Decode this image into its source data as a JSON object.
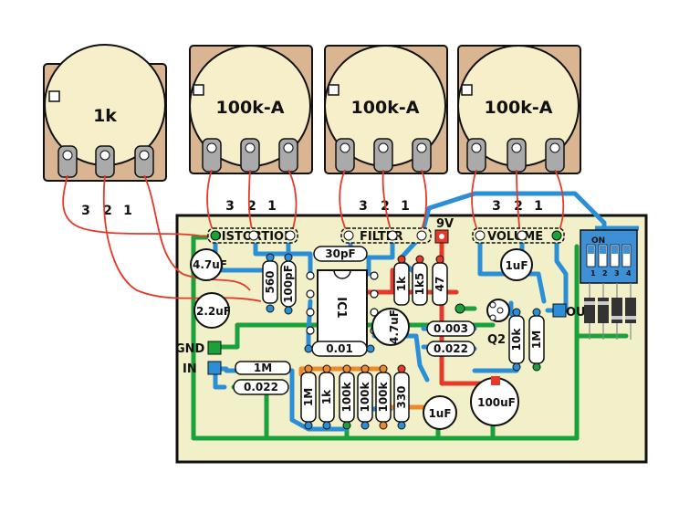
{
  "pots": [
    {
      "value": "1k",
      "pins": [
        "3",
        "2",
        "1"
      ]
    },
    {
      "value": "100k-A",
      "pins": [
        "3",
        "2",
        "1"
      ]
    },
    {
      "value": "100k-A",
      "pins": [
        "3",
        "2",
        "1"
      ]
    },
    {
      "value": "100k-A",
      "pins": [
        "3",
        "2",
        "1"
      ]
    }
  ],
  "board": {
    "headers": [
      "DISTORTION",
      "FILTER",
      "VOLUME"
    ],
    "power_label": "9V",
    "gnd_label": "GND",
    "in_label": "IN",
    "out_label": "OUT",
    "dip_on_label": "ON",
    "dip_numbers": [
      "1",
      "2",
      "3",
      "4"
    ],
    "ic_label": "IC1",
    "q2_label": "Q2",
    "components": {
      "c_4u7_left": "4.7uF",
      "c_2u2": "2.2uF",
      "r_560": "560",
      "c_100pf": "100pF",
      "c_30pf": "30pF",
      "r_1k_top": "1k",
      "r_1k5": "1k5",
      "r_47": "47",
      "c_1uf_top": "1uF",
      "c_4u7_mid": "4.7uF",
      "c_0003": "0.003",
      "c_0022_right": "0.022",
      "r_10k": "10k",
      "r_1m_right": "1M",
      "c_001": "0.01",
      "r_1m_left": "1M",
      "c_0022_left": "0.022",
      "r_1m_bottom": "1M",
      "r_1k_bottom": "1k",
      "r_100k_a": "100k",
      "r_100k_b": "100k",
      "r_100k_c": "100k",
      "r_330": "330",
      "c_1uf_bottom": "1uF",
      "c_100uf": "100uF"
    }
  }
}
